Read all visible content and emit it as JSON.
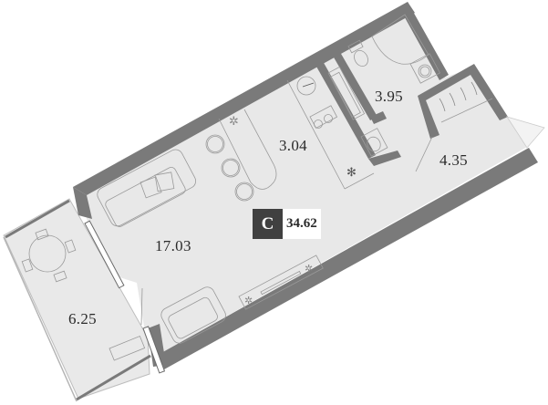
{
  "plan": {
    "apartment_class": "С",
    "total_area": "34.62",
    "colors": {
      "floor": "#e8e8e8",
      "wall": "#7a7a7a",
      "badge_bg": "#404040",
      "furniture_line": "#9a9a9a"
    },
    "rooms": [
      {
        "name": "living-room",
        "area": "17.03"
      },
      {
        "name": "kitchen",
        "area": "3.04"
      },
      {
        "name": "bathroom",
        "area": "3.95"
      },
      {
        "name": "hallway",
        "area": "4.35"
      },
      {
        "name": "balcony",
        "area": "6.25"
      }
    ]
  }
}
